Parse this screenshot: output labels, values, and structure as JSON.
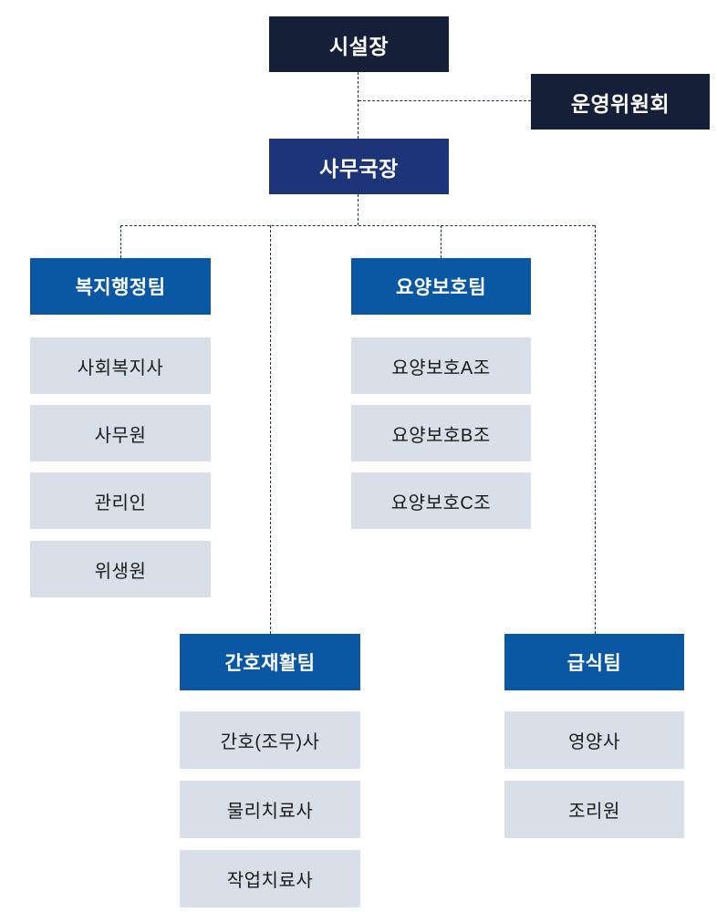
{
  "org_chart": {
    "type": "org-tree",
    "nodes": {
      "facility_director": {
        "label": "시설장"
      },
      "steering_committee": {
        "label": "운영위원회"
      },
      "office_manager": {
        "label": "사무국장"
      }
    },
    "teams": [
      {
        "id": "welfare-admin",
        "label": "복지행정팀",
        "members": [
          "사회복지사",
          "사무원",
          "관리인",
          "위생원"
        ]
      },
      {
        "id": "care-protection",
        "label": "요양보호팀",
        "members": [
          "요양보호A조",
          "요양보호B조",
          "요양보호C조"
        ]
      },
      {
        "id": "nursing-rehab",
        "label": "간호재활팀",
        "members": [
          "간호(조무)사",
          "물리치료사",
          "작업치료사"
        ]
      },
      {
        "id": "meal-service",
        "label": "급식팀",
        "members": [
          "영양사",
          "조리원"
        ]
      }
    ],
    "colors": {
      "top_node_bg": "#151f38",
      "manager_node_bg": "#1e3478",
      "team_node_bg": "#0a57a4",
      "member_node_bg": "#d8dfe8",
      "node_text_light": "#ffffff",
      "member_text": "#1a1a1a",
      "connector": "#1e2d52",
      "page_bg": "#ffffff"
    }
  }
}
